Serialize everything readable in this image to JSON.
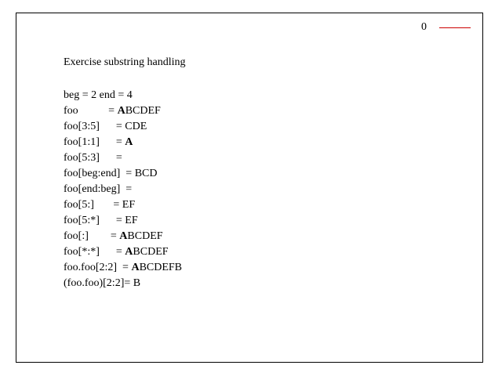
{
  "legend": {
    "label": "0",
    "line_color": "#cc0000"
  },
  "title": "Exercise substring handling",
  "lines": [
    {
      "pre": "beg = 2 end = 4",
      "bold": "",
      "post": ""
    },
    {
      "pre": "foo           = ",
      "bold": "A",
      "post": "BCDEF"
    },
    {
      "pre": "foo[3:5]      = CDE",
      "bold": "",
      "post": ""
    },
    {
      "pre": "foo[1:1]      = ",
      "bold": "A",
      "post": ""
    },
    {
      "pre": "foo[5:3]      =",
      "bold": "",
      "post": ""
    },
    {
      "pre": "foo[beg:end]  = BCD",
      "bold": "",
      "post": ""
    },
    {
      "pre": "foo[end:beg]  =",
      "bold": "",
      "post": ""
    },
    {
      "pre": "foo[5:]       = EF",
      "bold": "",
      "post": ""
    },
    {
      "pre": "foo[5:*]      = EF",
      "bold": "",
      "post": ""
    },
    {
      "pre": "foo[:]        = ",
      "bold": "A",
      "post": "BCDEF"
    },
    {
      "pre": "foo[*:*]      = ",
      "bold": "A",
      "post": "BCDEF"
    },
    {
      "pre": "foo.foo[2:2]  = ",
      "bold": "A",
      "post": "BCDEFB"
    },
    {
      "pre": "(foo.foo)[2:2]= B",
      "bold": "",
      "post": ""
    }
  ]
}
